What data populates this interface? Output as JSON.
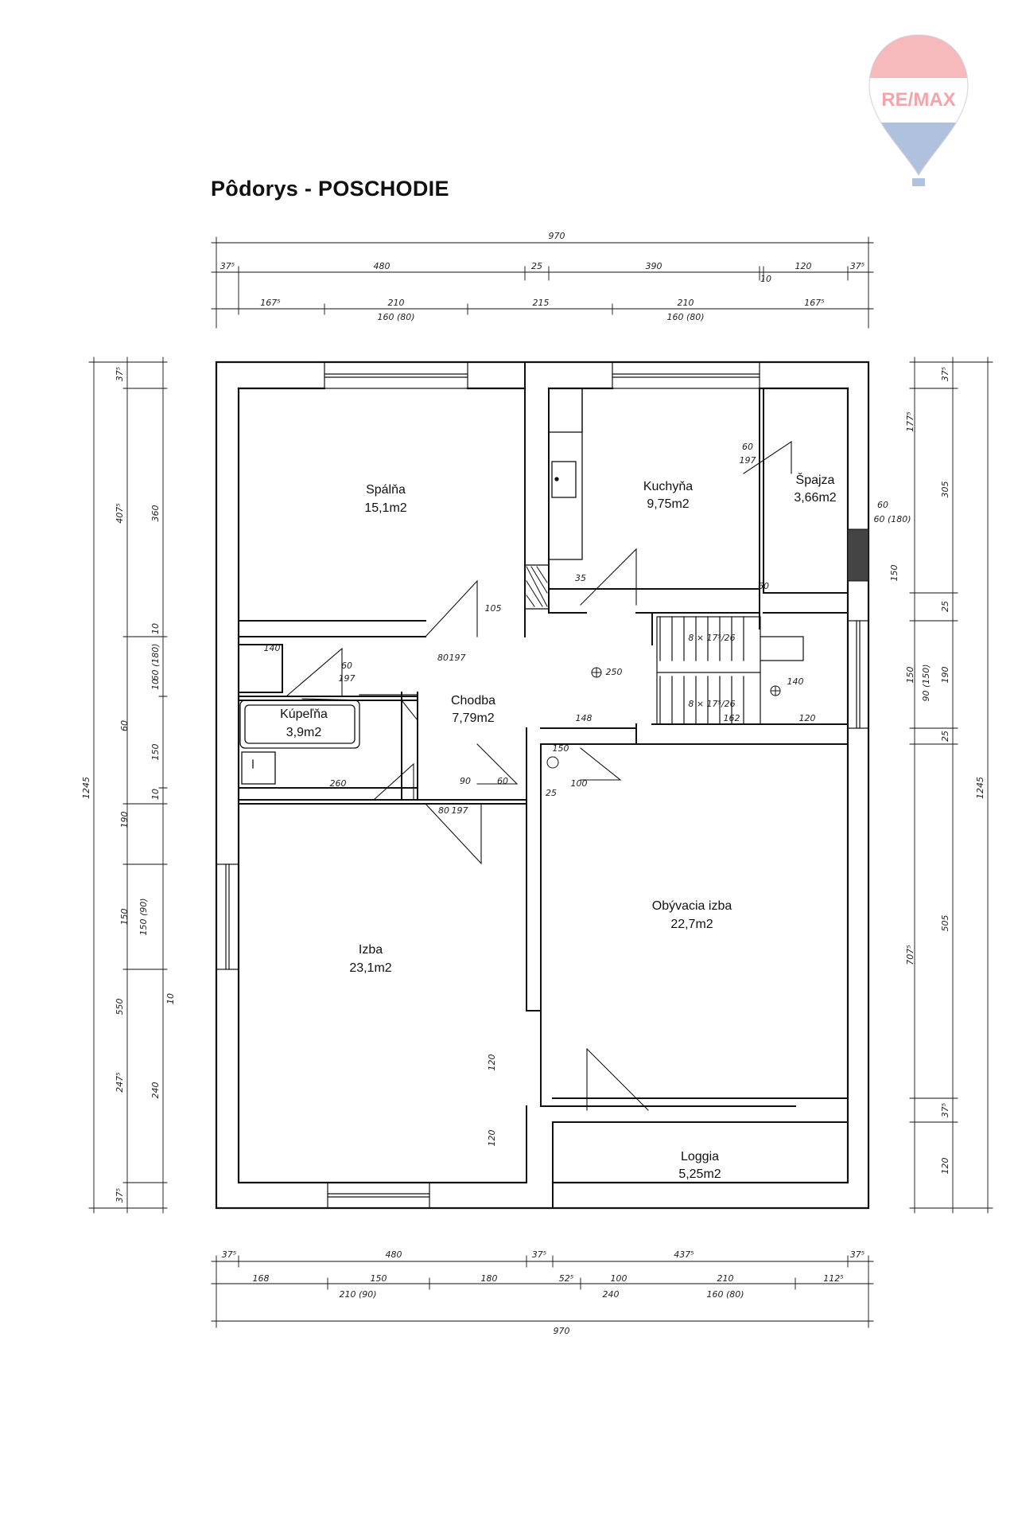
{
  "title": "Pôdorys - POSCHODIE",
  "logo": {
    "text": "RE/MAX",
    "colors": {
      "red": "#e63a44",
      "blue": "#1e4fa0"
    }
  },
  "rooms": [
    {
      "id": "spalna",
      "name": "Spálňa",
      "area": "15,1m2"
    },
    {
      "id": "kuchyna",
      "name": "Kuchyňa",
      "area": "9,75m2"
    },
    {
      "id": "spajza",
      "name": "Špajza",
      "area": "3,66m2"
    },
    {
      "id": "kupelna",
      "name": "Kúpeľňa",
      "area": "3,9m2"
    },
    {
      "id": "chodba",
      "name": "Chodba",
      "area": "7,79m2"
    },
    {
      "id": "izba",
      "name": "Izba",
      "area": "23,1m2"
    },
    {
      "id": "obyvacia",
      "name": "Obývacia izba",
      "area": "22,7m2"
    },
    {
      "id": "loggia",
      "name": "Loggia",
      "area": "5,25m2"
    }
  ],
  "dimensions": {
    "top_overall": "970",
    "top_row1": [
      "37⁵",
      "480",
      "25",
      "390",
      "10",
      "120",
      "37⁵"
    ],
    "top_row2": [
      "167⁵",
      "210",
      "215",
      "210",
      "167⁵"
    ],
    "top_row2_sub": [
      "160 (80)",
      "160 (80)"
    ],
    "bottom_row1": [
      "37⁵",
      "480",
      "37⁵",
      "437⁵",
      "37⁵"
    ],
    "bottom_row2": [
      "168",
      "150",
      "180",
      "52⁵",
      "100",
      "210",
      "112⁵"
    ],
    "bottom_row2_sub": [
      "210 (90)",
      "240",
      "160 (80)"
    ],
    "bottom_overall": "970",
    "left_overall": "1245",
    "left_outer": [
      "37⁵",
      "407⁵",
      "550",
      "247⁵",
      "37⁵"
    ],
    "left_inner": [
      "360",
      "10",
      "60 (180)",
      "10",
      "60",
      "150",
      "10",
      "190",
      "150",
      "150 (90)",
      "10",
      "240"
    ],
    "right_overall": "1245",
    "right_outer": [
      "37⁵",
      "177⁵",
      "150",
      "707⁵",
      "37⁵"
    ],
    "right_inner": [
      "305",
      "25",
      "150",
      "90 (150)",
      "190",
      "25",
      "505",
      "120"
    ],
    "interior": [
      "60",
      "197",
      "35",
      "105",
      "80",
      "197",
      "140",
      "60",
      "197",
      "250",
      "148",
      "162",
      "120",
      "140",
      "8 × 17⁵/26",
      "8 × 17⁵/26",
      "80",
      "197",
      "90",
      "60",
      "260",
      "100",
      "25",
      "150",
      "120",
      "120",
      "60",
      "60 (180)",
      "60"
    ]
  }
}
